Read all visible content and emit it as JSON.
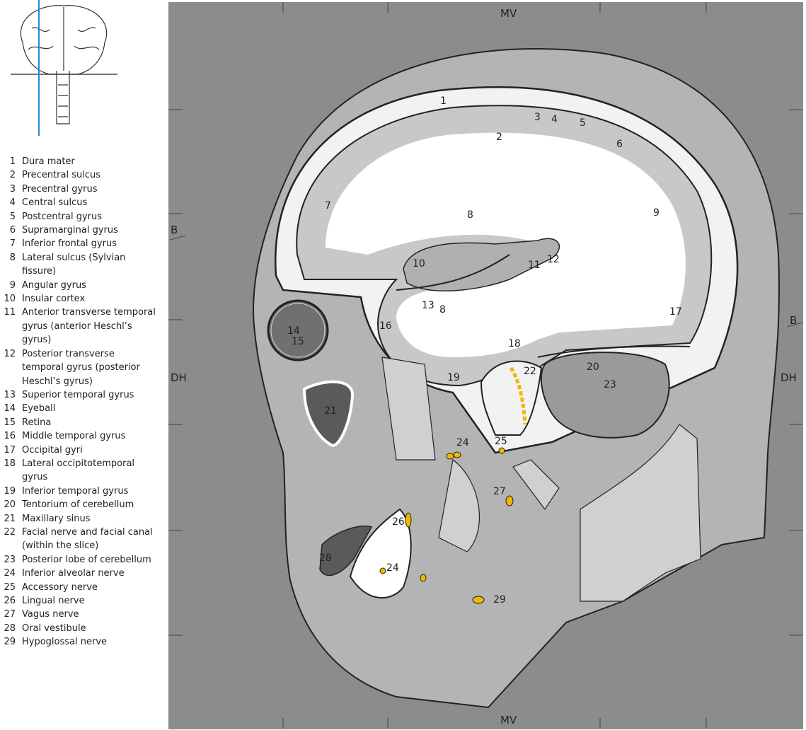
{
  "orientation": {
    "top": "MV",
    "bottom": "MV",
    "left": "DH",
    "right": "DH",
    "left_b": "B",
    "right_b": "B"
  },
  "legend": [
    {
      "n": "1",
      "t": "Dura mater"
    },
    {
      "n": "2",
      "t": "Precentral sulcus"
    },
    {
      "n": "3",
      "t": "Precentral gyrus"
    },
    {
      "n": "4",
      "t": "Central sulcus"
    },
    {
      "n": "5",
      "t": "Postcentral gyrus"
    },
    {
      "n": "6",
      "t": "Supramarginal gyrus"
    },
    {
      "n": "7",
      "t": "Inferior frontal gyrus"
    },
    {
      "n": "8",
      "t": "Lateral sulcus (Sylvian fissure)"
    },
    {
      "n": "9",
      "t": "Angular gyrus"
    },
    {
      "n": "10",
      "t": "Insular cortex"
    },
    {
      "n": "11",
      "t": "Anterior transverse temporal gyrus (anterior Heschl’s gyrus)"
    },
    {
      "n": "12",
      "t": "Posterior transverse temporal gyrus (posterior Heschl’s gyrus)"
    },
    {
      "n": "13",
      "t": "Superior temporal gyrus"
    },
    {
      "n": "14",
      "t": "Eyeball"
    },
    {
      "n": "15",
      "t": "Retina"
    },
    {
      "n": "16",
      "t": "Middle temporal gyrus"
    },
    {
      "n": "17",
      "t": "Occipital gyri"
    },
    {
      "n": "18",
      "t": "Lateral occipitotemporal gyrus"
    },
    {
      "n": "19",
      "t": "Inferior temporal gyrus"
    },
    {
      "n": "20",
      "t": "Tentorium of cerebellum"
    },
    {
      "n": "21",
      "t": "Maxillary sinus"
    },
    {
      "n": "22",
      "t": "Facial nerve and facial canal (within the slice)"
    },
    {
      "n": "23",
      "t": "Posterior lobe of cerebellum"
    },
    {
      "n": "24",
      "t": "Inferior alveolar nerve"
    },
    {
      "n": "25",
      "t": "Accessory nerve"
    },
    {
      "n": "26",
      "t": "Lingual nerve"
    },
    {
      "n": "27",
      "t": "Vagus nerve"
    },
    {
      "n": "28",
      "t": "Oral vestibule"
    },
    {
      "n": "29",
      "t": "Hypoglossal nerve"
    }
  ],
  "labels": {
    "l1": "1",
    "l2": "2",
    "l3": "3",
    "l4": "4",
    "l5": "5",
    "l6": "6",
    "l7": "7",
    "l8": "8",
    "l8b": "8",
    "l9": "9",
    "l10": "10",
    "l11": "11",
    "l12": "12",
    "l13": "13",
    "l14": "14",
    "l15": "15",
    "l16": "16",
    "l17": "17",
    "l18": "18",
    "l19": "19",
    "l20": "20",
    "l21": "21",
    "l22": "22",
    "l23": "23",
    "l24": "24",
    "l24b": "24",
    "l25": "25",
    "l26": "26",
    "l27": "27",
    "l28": "28",
    "l29": "29"
  },
  "colors": {
    "background": "#8c8c8c",
    "head": "#b4b4b4",
    "brain": "#ffffff",
    "cortex": "#c8c8c8",
    "nerve": "#f2b705",
    "orientation_line": "#1e90d6"
  }
}
